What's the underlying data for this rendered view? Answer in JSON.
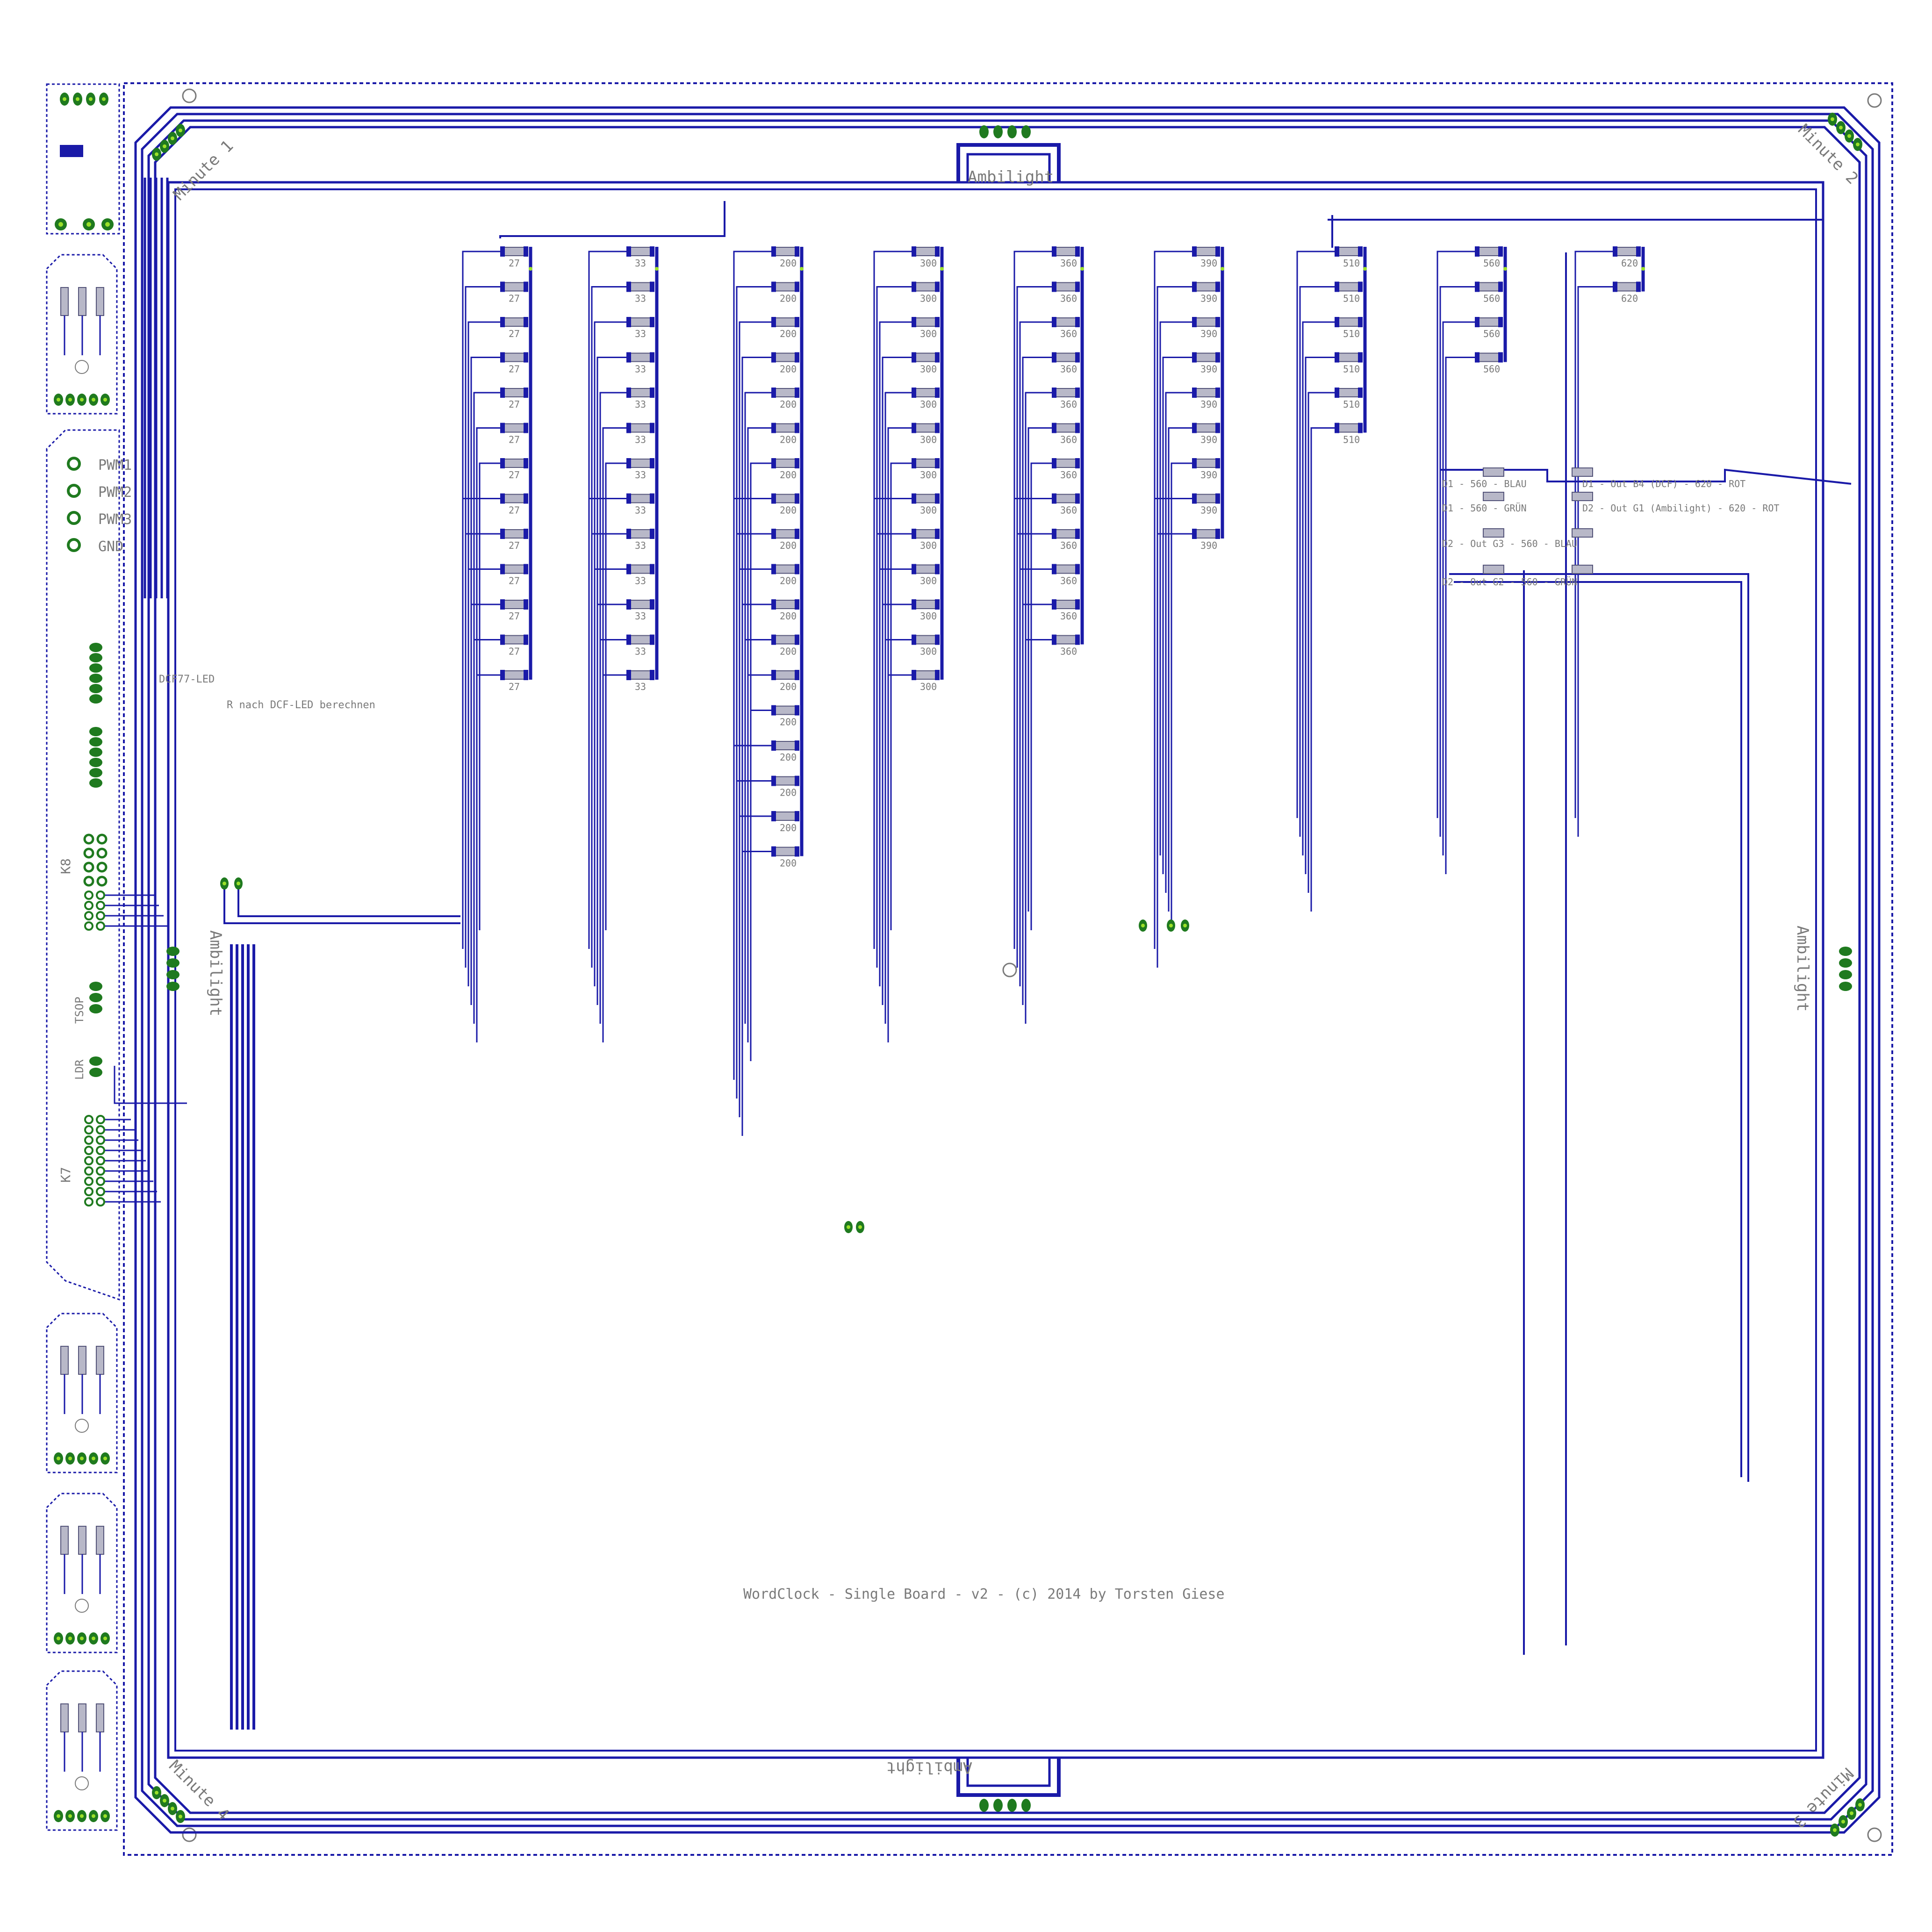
{
  "colors": {
    "trace": "#1a1aa8",
    "pad": "#1f7a1f",
    "via": "#9be02a",
    "silkscreen": "#7a7a7a",
    "outline": "#1a1aa8",
    "resistor_body": "#b8b8c8"
  },
  "board": {
    "credit": "WordClock - Single Board - v2 - (c) 2014 by Torsten Giese",
    "dcf_note": "R nach DCF-LED berechnen",
    "dcf_label": "DCF77-LED"
  },
  "corner_labels": {
    "top_left": "Minute 1",
    "top_right": "Minute 2",
    "bottom_right": "Minute 3",
    "bottom_left": "Minute 4"
  },
  "ambilight": {
    "top": "Ambilight",
    "bottom": "Ambilight",
    "left": "Ambilight",
    "right": "Ambilight"
  },
  "connectors": {
    "pwm": [
      "PWM1",
      "PWM2",
      "PWM3",
      "GND"
    ],
    "k8": "K8",
    "k7": "K7",
    "tsop": "TSOP",
    "ldr": "LDR"
  },
  "resistor_columns": [
    {
      "value": "27",
      "count": 13
    },
    {
      "value": "33",
      "count": 13
    },
    {
      "value": "200",
      "count": 18
    },
    {
      "value": "300",
      "count": 13
    },
    {
      "value": "360",
      "count": 12
    },
    {
      "value": "390",
      "count": 9
    },
    {
      "value": "510",
      "count": 6
    },
    {
      "value": "560",
      "count": 4
    },
    {
      "value": "620",
      "count": 2
    }
  ],
  "led_notes": [
    "D1 - 560 - BLAU",
    "D1 - 560 - GRÜN",
    "D2 - Out G3 - 560 - BLAU",
    "D2 - Out G2 - 560 - GRÜN",
    "D1 - Out B4 (DCF) - 620 - ROT",
    "D2 - Out G1 (Ambilight) - 620 - ROT"
  ]
}
